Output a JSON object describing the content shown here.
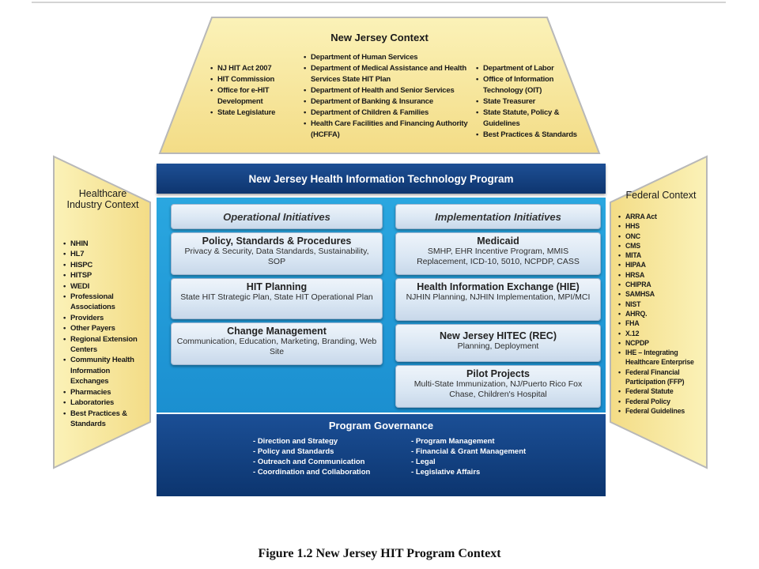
{
  "nj_context": {
    "title": "New Jersey Context",
    "col1": [
      "NJ HIT Act 2007",
      "HIT Commission",
      "Office for e-HIT Development",
      "State Legislature"
    ],
    "col2": [
      "Department of Human Services",
      "Department of Medical Assistance and Health Services State HIT Plan",
      "Department of Health and Senior Services",
      "Department of Banking & Insurance",
      "Department of Children & Families",
      "Health Care Facilities and Financing Authority (HCFFA)"
    ],
    "col3": [
      "Department of Labor",
      "Office of Information Technology (OIT)",
      "State Treasurer",
      "State Statute, Policy & Guidelines",
      "Best Practices & Standards"
    ]
  },
  "healthcare_context": {
    "title": "Healthcare Industry Context",
    "items": [
      "NHIN",
      "HL7",
      "HISPC",
      "HITSP",
      "WEDI",
      "Professional Associations",
      "Providers",
      "Other Payers",
      "Regional Extension Centers",
      "Community Health Information Exchanges",
      "Pharmacies",
      "Laboratories",
      "Best Practices & Standards"
    ]
  },
  "federal_context": {
    "title": "Federal Context",
    "items": [
      "ARRA Act",
      "HHS",
      "ONC",
      "CMS",
      "MITA",
      "HIPAA",
      "HRSA",
      "CHIPRA",
      "SAMHSA",
      "NIST",
      "AHRQ.",
      "FHA",
      "X.12",
      "NCPDP",
      "IHE – Integrating Healthcare Enterprise",
      "Federal Financial Participation (FFP)",
      "Federal Statute",
      "Federal Policy",
      "Federal Guidelines"
    ]
  },
  "program": {
    "title": "New Jersey Health Information Technology Program",
    "operational_header": "Operational Initiatives",
    "implementation_header": "Implementation Initiatives",
    "operational": [
      {
        "title": "Policy, Standards & Procedures",
        "desc": "Privacy & Security, Data Standards, Sustainability, SOP"
      },
      {
        "title": "HIT Planning",
        "desc": "State HIT Strategic Plan, State HIT Operational Plan"
      },
      {
        "title": "Change Management",
        "desc": "Communication, Education, Marketing, Branding, Web Site"
      }
    ],
    "implementation": [
      {
        "title": "Medicaid",
        "desc": "SMHP, EHR Incentive Program, MMIS Replacement, ICD-10, 5010, NCPDP, CASS"
      },
      {
        "title": "Health Information Exchange (HIE)",
        "desc": "NJHIN Planning, NJHIN Implementation, MPI/MCI"
      },
      {
        "title": "New Jersey HITEC (REC)",
        "desc": "Planning, Deployment"
      },
      {
        "title": "Pilot Projects",
        "desc": "Multi-State Immunization, NJ/Puerto Rico Fox Chase, Children's Hospital"
      }
    ]
  },
  "governance": {
    "title": "Program Governance",
    "col1": [
      "Direction and Strategy",
      "Policy and Standards",
      "Outreach and Communication",
      "Coordination and Collaboration"
    ],
    "col2": [
      "Program Management",
      "Financial & Grant Management",
      "Legal",
      "Legislative Affairs"
    ]
  },
  "caption": "Figure 1.2  New Jersey HIT Program Context"
}
